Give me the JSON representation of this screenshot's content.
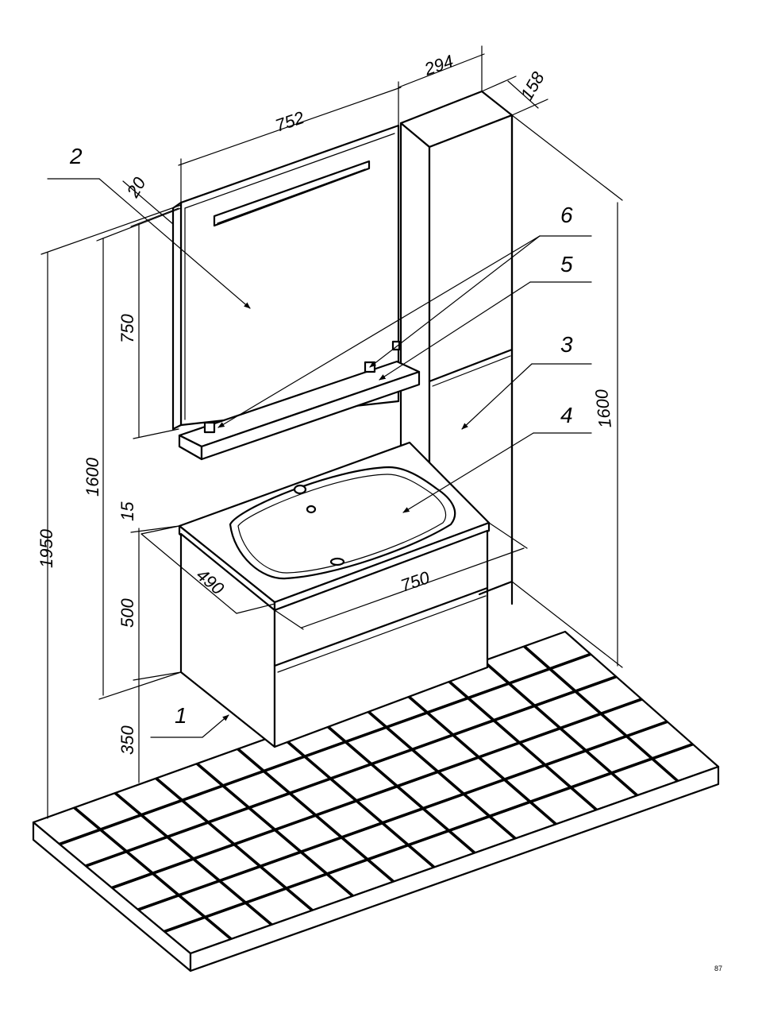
{
  "dimensions": {
    "mirror_width": "752",
    "cabinet_width": "294",
    "cabinet_depth": "158",
    "mirror_depth": "20",
    "mirror_height": "750",
    "mirror_top_height": "1600",
    "total_height": "1950",
    "top_thickness": "15",
    "vanity_height": "500",
    "floor_clearance": "350",
    "vanity_depth": "490",
    "vanity_width": "750",
    "cabinet_height": "1600"
  },
  "callouts": {
    "c1": "1",
    "c2": "2",
    "c3": "3",
    "c4": "4",
    "c5": "5",
    "c6": "6"
  },
  "page_number": "87"
}
